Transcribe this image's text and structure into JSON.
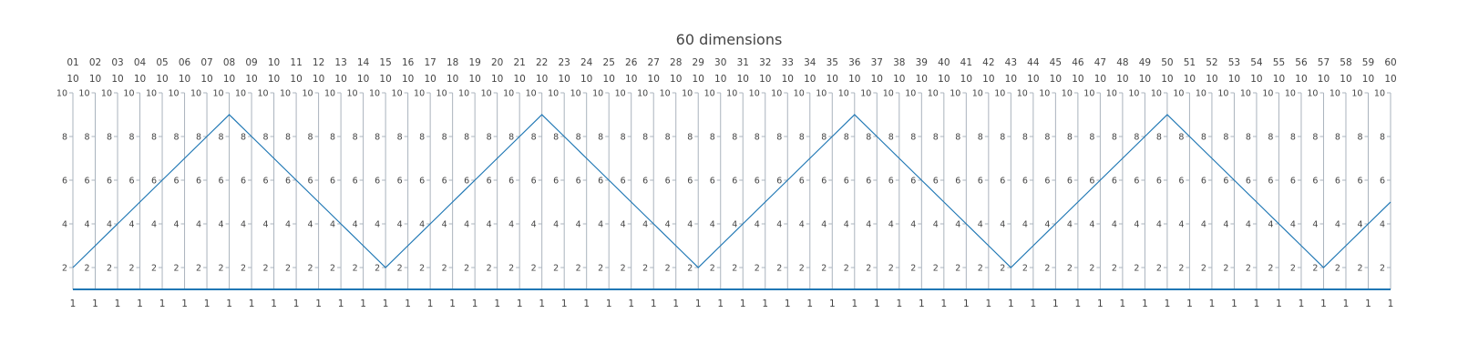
{
  "chart_data": {
    "type": "parallel_coordinates",
    "title": "60 dimensions",
    "dimensions": [
      "01",
      "02",
      "03",
      "04",
      "05",
      "06",
      "07",
      "08",
      "09",
      "10",
      "11",
      "12",
      "13",
      "14",
      "15",
      "16",
      "17",
      "18",
      "19",
      "20",
      "21",
      "22",
      "23",
      "24",
      "25",
      "26",
      "27",
      "28",
      "29",
      "30",
      "31",
      "32",
      "33",
      "34",
      "35",
      "36",
      "37",
      "38",
      "39",
      "40",
      "41",
      "42",
      "43",
      "44",
      "45",
      "46",
      "47",
      "48",
      "49",
      "50",
      "51",
      "52",
      "53",
      "54",
      "55",
      "56",
      "57",
      "58",
      "59",
      "60"
    ],
    "range": [
      1,
      10
    ],
    "range_min_label": "1",
    "range_max_label": "10",
    "ticks": [
      2,
      4,
      6,
      8,
      10
    ],
    "values": [
      2,
      3,
      4,
      5,
      6,
      7,
      8,
      9,
      8,
      7,
      6,
      5,
      4,
      3,
      2,
      3,
      4,
      5,
      6,
      7,
      8,
      9,
      8,
      7,
      6,
      5,
      4,
      3,
      2,
      3,
      4,
      5,
      6,
      7,
      8,
      9,
      8,
      7,
      6,
      5,
      4,
      3,
      2,
      3,
      4,
      5,
      6,
      7,
      8,
      9,
      8,
      7,
      6,
      5,
      4,
      3,
      2,
      3,
      4,
      5
    ],
    "line_color": "#1f77b4",
    "axis_color": "#aab3bd"
  }
}
